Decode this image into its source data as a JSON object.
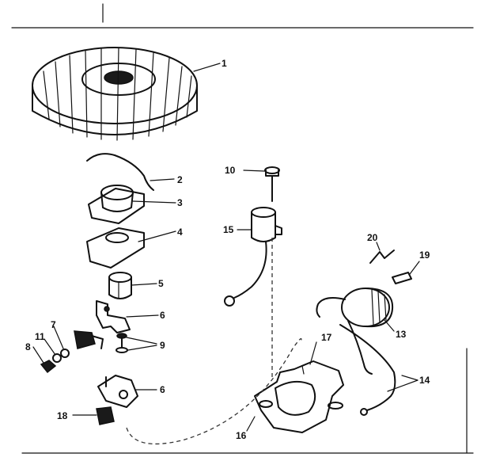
{
  "diagram": {
    "type": "exploded-parts-view",
    "callouts": [
      {
        "id": "c1",
        "label": "1"
      },
      {
        "id": "c2",
        "label": "2"
      },
      {
        "id": "c3",
        "label": "3"
      },
      {
        "id": "c4",
        "label": "4"
      },
      {
        "id": "c5",
        "label": "5"
      },
      {
        "id": "c6a",
        "label": "6"
      },
      {
        "id": "c6b",
        "label": "6"
      },
      {
        "id": "c7",
        "label": "7"
      },
      {
        "id": "c8",
        "label": "8"
      },
      {
        "id": "c9",
        "label": "9"
      },
      {
        "id": "c10",
        "label": "10"
      },
      {
        "id": "c11",
        "label": "11"
      },
      {
        "id": "c13",
        "label": "13"
      },
      {
        "id": "c14",
        "label": "14"
      },
      {
        "id": "c15",
        "label": "15"
      },
      {
        "id": "c16",
        "label": "16"
      },
      {
        "id": "c17",
        "label": "17"
      },
      {
        "id": "c18",
        "label": "18"
      },
      {
        "id": "c19",
        "label": "19"
      },
      {
        "id": "c20",
        "label": "20"
      }
    ]
  },
  "colors": {
    "ink": "#111111",
    "paper": "#ffffff"
  }
}
